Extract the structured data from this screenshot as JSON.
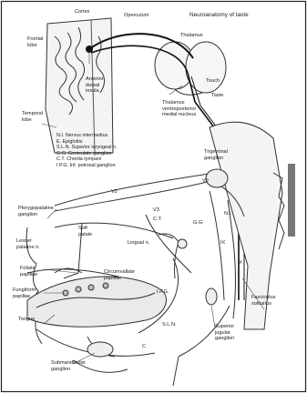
{
  "title": "Neuroanatomy of taste",
  "labels": {
    "cortex": "Cortex",
    "operculum": "Operculum",
    "frontal_lobe": "Frontal lobe",
    "temporal_lobe": "Temporal lobe",
    "anterior_insula": "Anterior dorsal insula",
    "thalamus": "Thalamus",
    "touch": "Touch",
    "taste": "Taste",
    "thalamus_vpm": "Thalamus ventroposterior medial nucleus",
    "trigeminal_ganglion": "Trigeminal ganglion",
    "vii": "VII",
    "v2": "V2",
    "v3": "V3",
    "pterygopalatine": "Pterygopalatine ganglion",
    "soft_palate": "Soft palate",
    "lesser_palatine": "Lesser palatine n.",
    "lingual_n": "Lingual n.",
    "gg": "G.G.",
    "ct": "C.T.",
    "foliate": "Foliate papillae",
    "circumvallate": "Circumvallate papillae",
    "fungiform": "Fungiform papillae",
    "tongue": "Tongue",
    "ix": "IX",
    "x": "X",
    "ni": "N.I.",
    "ipg": "I.P.G.",
    "sls": "S.L.N.",
    "superior_ganglion": "Superior jugular ganglion",
    "fasciculus": "Fasciculus solitarius",
    "submandibular": "Submandibular ganglion",
    "c": "C"
  },
  "legend": [
    "N.I. Nervus intermedius",
    "E. Epiglottis",
    "S.L.N. Superior laryngeal n.",
    "G.G. Geniculate ganglion",
    "C.T. Chorda tympani",
    "I.P.G. Inf. petrosal ganglion"
  ]
}
